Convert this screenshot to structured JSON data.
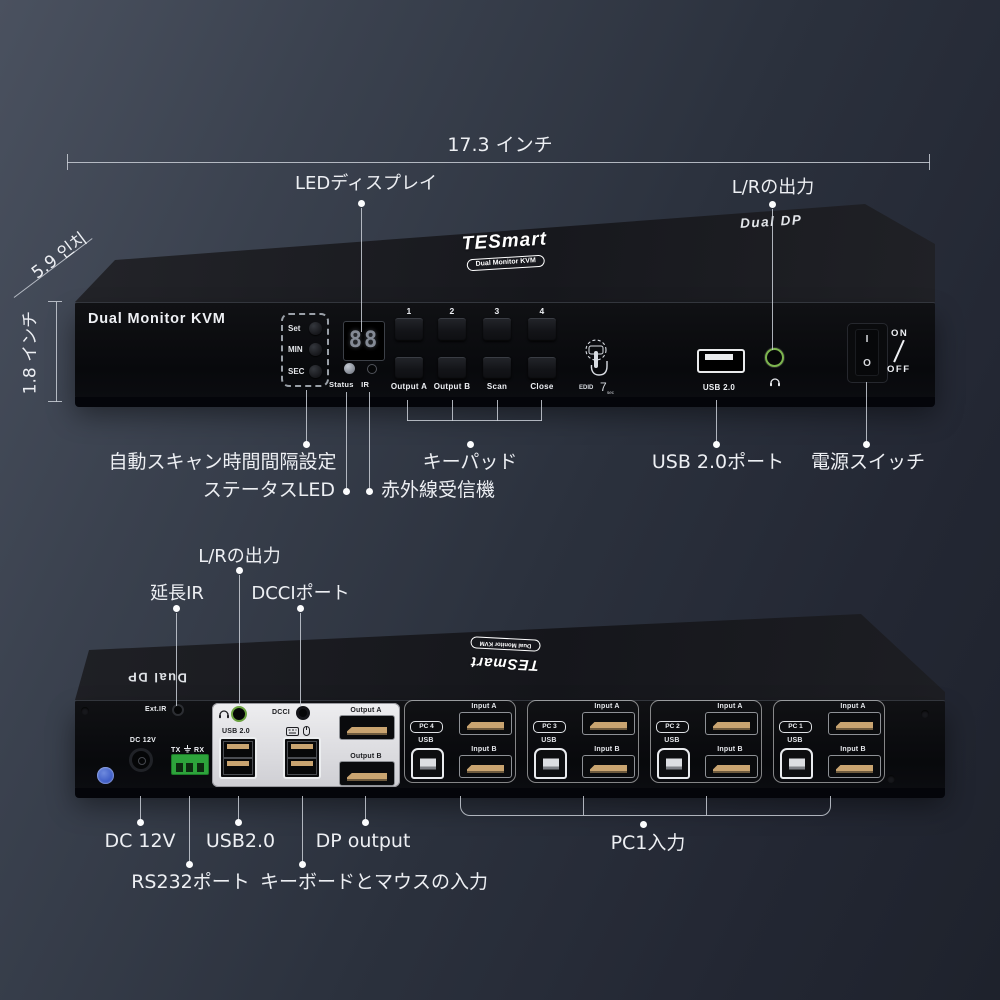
{
  "front": {
    "dimensions": {
      "width": "17.3 インチ",
      "depth": "5.9 인치",
      "height": "1.8 インチ"
    },
    "callouts_top": {
      "led_display": "LEDディスプレイ",
      "lr_output": "L/Rの出力"
    },
    "top_badge": "Dual DP",
    "logo": {
      "brand": "TESmart",
      "sub": "Dual Monitor KVM"
    },
    "panel_title": "Dual Monitor KVM",
    "timer_buttons": [
      "Set",
      "MIN",
      "SEC"
    ],
    "led_display_value": "88",
    "status_ir_label": "Status IR",
    "key_numbers": [
      "1",
      "2",
      "3",
      "4"
    ],
    "key_functions": [
      "Output A",
      "Output B",
      "Scan",
      "Close"
    ],
    "edid_icon": {
      "label": "EDID",
      "hold": "7",
      "unit": "sec"
    },
    "usb_port_label": "USB 2.0",
    "power_switch": {
      "on": "ON",
      "off": "OFF",
      "rocker_top": "I",
      "rocker_bottom": "O"
    },
    "callouts_bottom": {
      "autoscan": "自動スキャン時間間隔設定",
      "status_led": "ステータスLED",
      "ir_receiver": "赤外線受信機",
      "keypad": "キーパッド",
      "usb_port": "USB 2.0ポート",
      "power_switch": "電源スイッチ"
    }
  },
  "rear": {
    "callouts_top": {
      "lr_output": "L/Rの出力",
      "ext_ir": "延長IR",
      "dcci": "DCCIポート"
    },
    "top_badge": "Dual DP",
    "logo": {
      "brand": "TESmart",
      "sub": "Dual Monitor KVM"
    },
    "ext_ir_label": "Ext.IR",
    "dc_label": "DC 12V",
    "serial": {
      "tx": "TX",
      "rx": "RX"
    },
    "usb20_label": "USB 2.0",
    "dcci_label": "DCCI",
    "output_a_label": "Output A",
    "output_b_label": "Output B",
    "pc_groups": [
      {
        "name": "PC 4",
        "usb": "USB",
        "input_a": "Input A",
        "input_b": "Input B"
      },
      {
        "name": "PC 3",
        "usb": "USB",
        "input_a": "Input A",
        "input_b": "Input B"
      },
      {
        "name": "PC 2",
        "usb": "USB",
        "input_a": "Input A",
        "input_b": "Input B"
      },
      {
        "name": "PC 1",
        "usb": "USB",
        "input_a": "Input A",
        "input_b": "Input B"
      }
    ],
    "callouts_bottom": {
      "dc": "DC 12V",
      "usb": "USB2.0",
      "dp_output": "DP output",
      "rs232": "RS232ポート",
      "kbm_input": "キーボードとマウスの入力",
      "pc1_input": "PC1入力"
    }
  },
  "colors": {
    "accent_green": "#7db54f",
    "connector_gold": "#c9a470",
    "sticker_blue": "#3f5ec7",
    "callout_line": "#c9ced6"
  }
}
